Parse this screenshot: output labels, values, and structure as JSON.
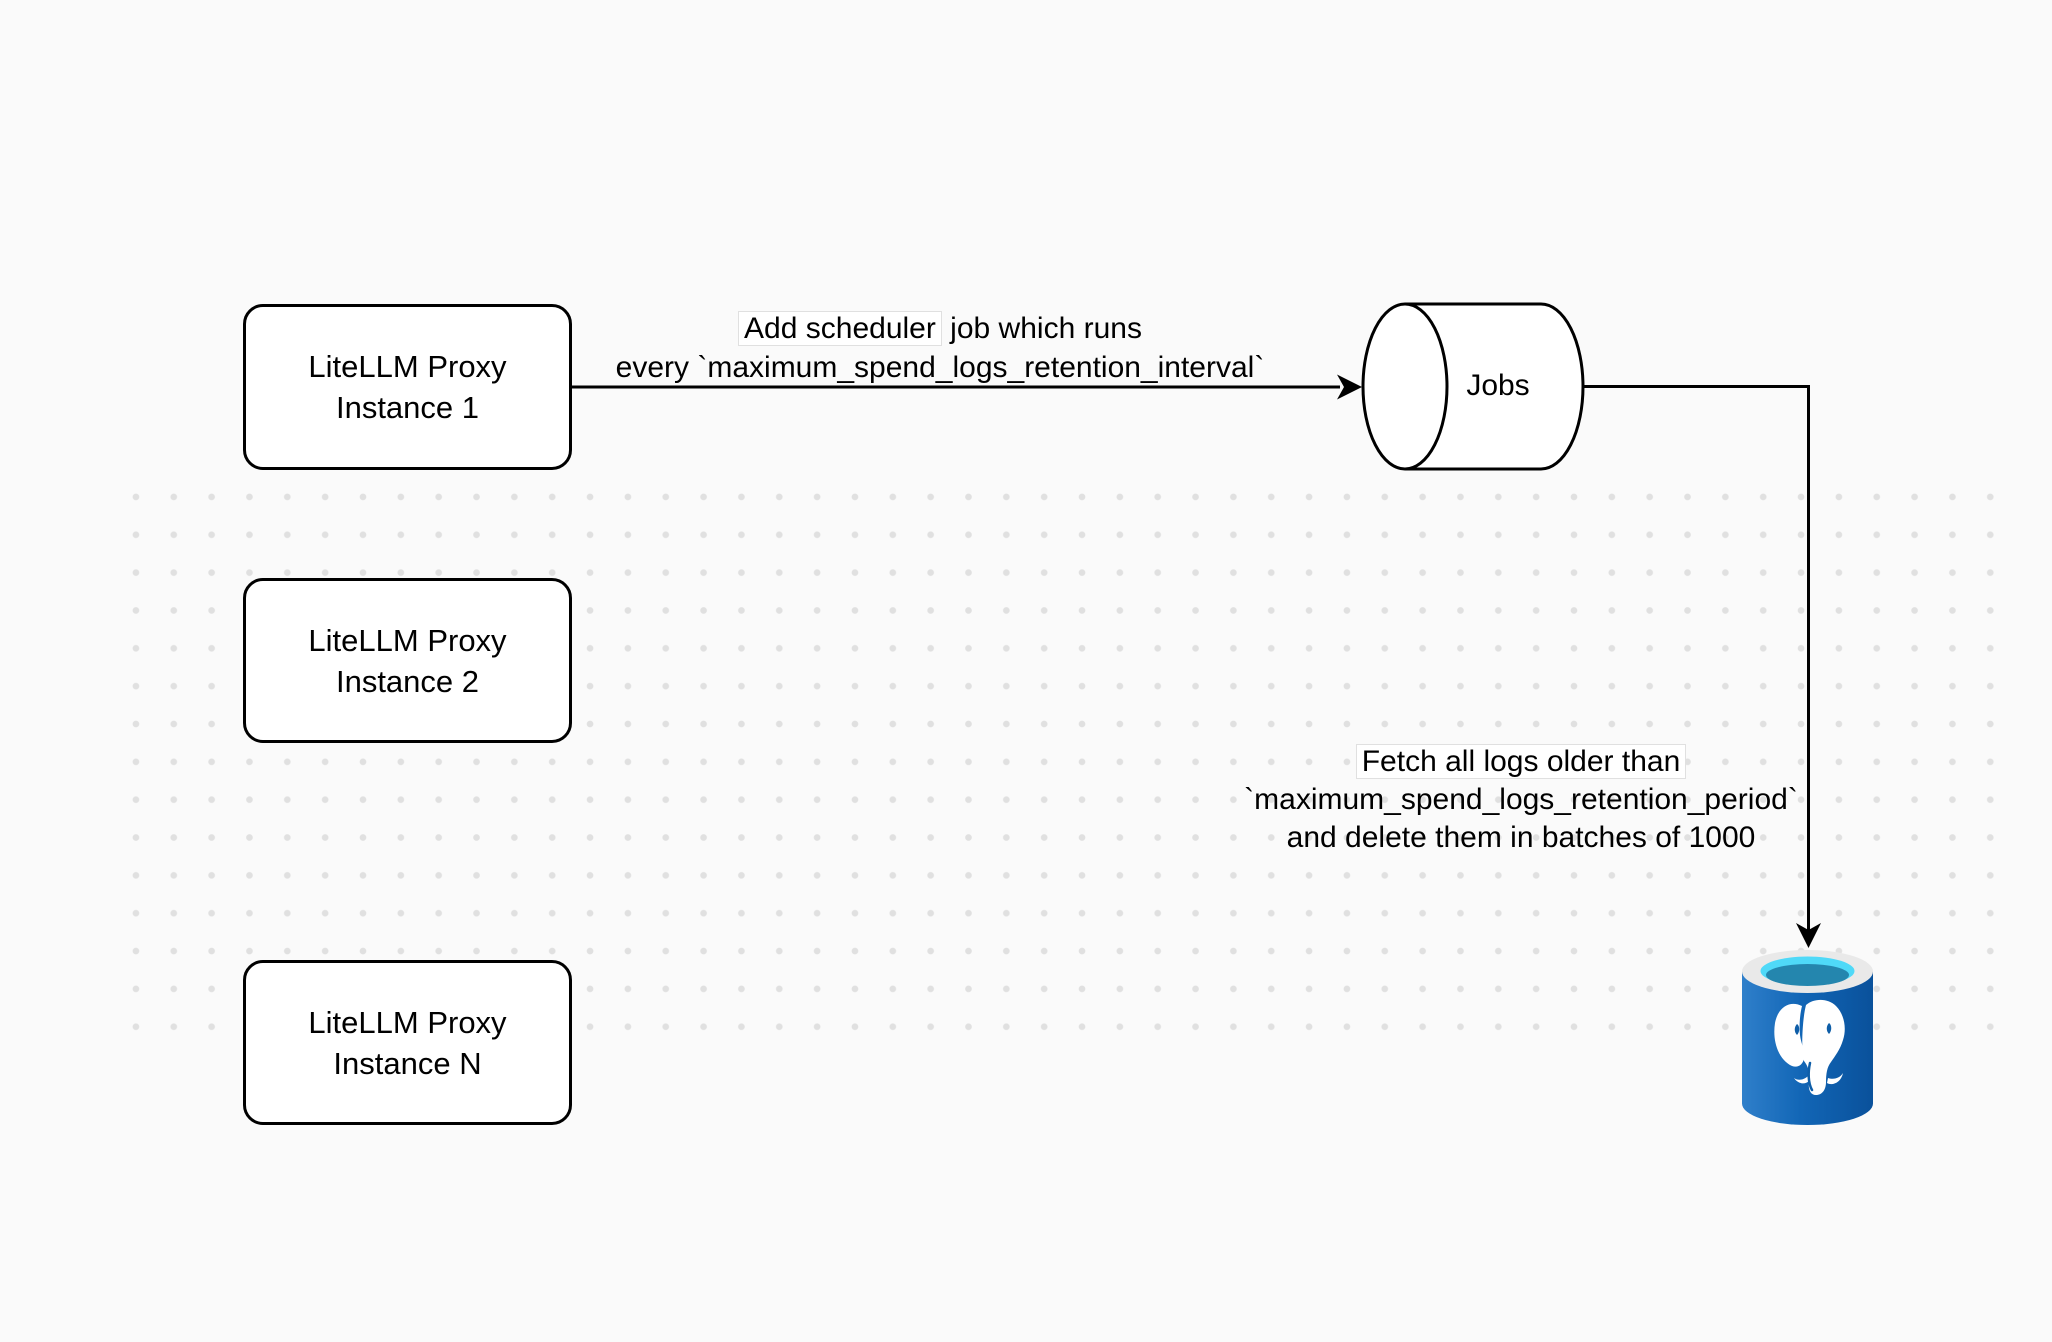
{
  "diagram": {
    "title": "LiteLLM spend logs cleanup scheduler diagram",
    "nodes": {
      "instances": [
        {
          "line1": "LiteLLM Proxy",
          "line2": "Instance 1"
        },
        {
          "line1": "LiteLLM Proxy",
          "line2": "Instance 2"
        },
        {
          "line1": "LiteLLM Proxy",
          "line2": "Instance N"
        }
      ],
      "jobs_queue": {
        "label": "Jobs"
      },
      "database": {
        "icon": "postgresql-elephant-database-icon"
      }
    },
    "edges": {
      "schedule": {
        "label_line1_boxed": "Add scheduler",
        "label_line1_rest": " job which runs",
        "label_line2": "every `maximum_spend_logs_retention_interval`"
      },
      "fetch": {
        "label_line1": "Fetch all logs older than",
        "label_line2": "`maximum_spend_logs_retention_period`",
        "label_line3": "and delete them in batches of 1000"
      }
    },
    "colors": {
      "background": "#fafafa",
      "grid_dot": "#e0e0e0",
      "node_fill": "#ffffff",
      "node_stroke": "#000000",
      "edge_stroke": "#000000",
      "label_background": "#ffffff",
      "postgres_body_light": "#2f7fca",
      "postgres_body_mid": "#1266b6",
      "postgres_body_dark": "#0a519b",
      "postgres_rim": "#e9e9e9",
      "postgres_cyan": "#4fd9f8",
      "postgres_liquid": "#2486ae",
      "postgres_elephant": "#ffffff",
      "postgres_detail_blue": "#0e5ea8"
    }
  }
}
